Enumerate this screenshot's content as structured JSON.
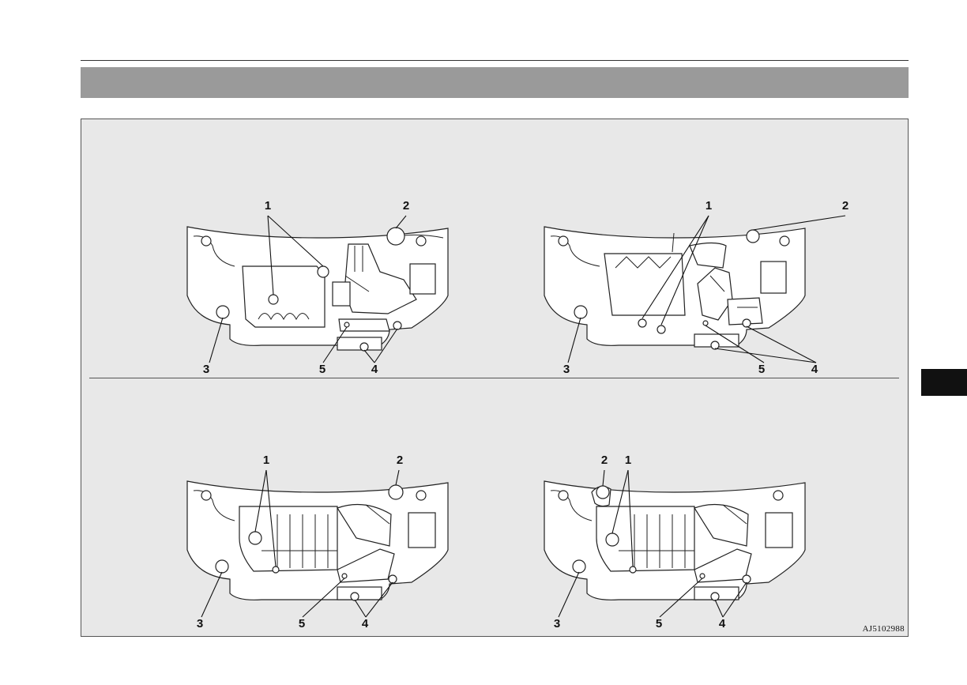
{
  "figure": {
    "code": "AJ5102988",
    "callout_labels": {
      "a": "1",
      "b": "2",
      "c": "3",
      "d": "4",
      "e": "5"
    },
    "diagrams": [
      {
        "name": "top-left"
      },
      {
        "name": "top-right"
      },
      {
        "name": "bottom-left"
      },
      {
        "name": "bottom-right"
      }
    ]
  },
  "colors": {
    "header_bar": "#9a9a9a",
    "panel_background": "#e8e8e8",
    "tab": "#111111"
  }
}
